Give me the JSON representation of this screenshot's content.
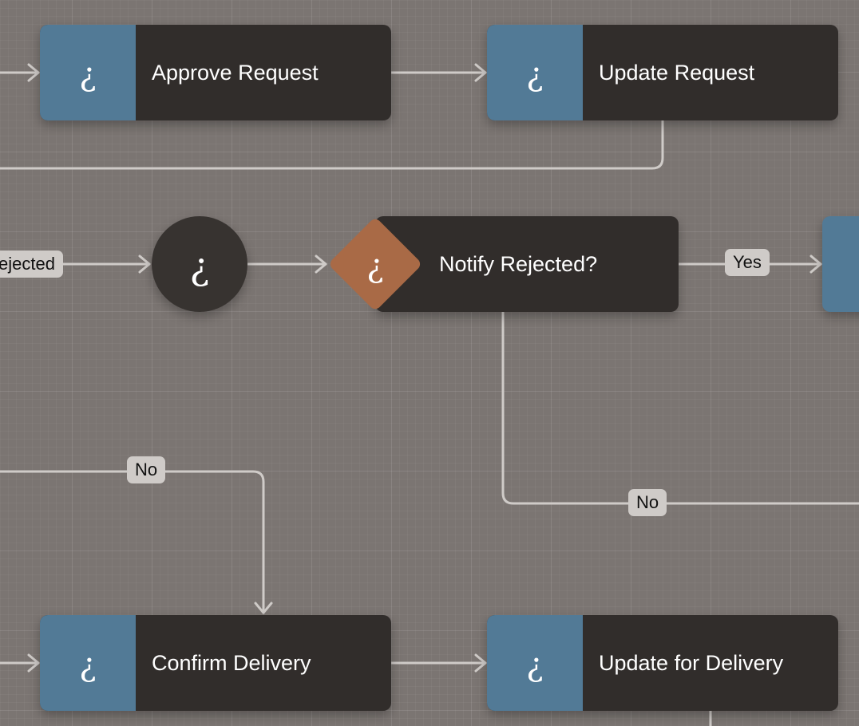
{
  "nodes": {
    "approve_request": {
      "label": "Approve Request",
      "icon": "¿",
      "kind": "task"
    },
    "update_request": {
      "label": "Update Request",
      "icon": "¿",
      "kind": "task"
    },
    "start_event": {
      "icon": "¿",
      "kind": "event"
    },
    "notify_rejected": {
      "label": "Notify Rejected?",
      "icon": "¿",
      "kind": "decision"
    },
    "confirm_delivery": {
      "label": "Confirm Delivery",
      "icon": "¿",
      "kind": "task"
    },
    "update_for_delivery": {
      "label": "Update for Delivery",
      "icon": "¿",
      "kind": "task"
    }
  },
  "edge_labels": {
    "rejected": "ejected",
    "yes": "Yes",
    "no_left": "No",
    "no_right": "No"
  },
  "colors": {
    "canvas": "#7b7572",
    "node_body": "#312d2b",
    "task_icon": "#527a96",
    "decision_icon": "#a96a46",
    "event": "#373330",
    "connector": "#cfcbc8",
    "edge_label_bg": "#cfcbc8"
  },
  "icons": {
    "task": "inverted-question-mark-icon",
    "decision": "inverted-question-mark-icon",
    "event": "inverted-question-mark-icon"
  }
}
